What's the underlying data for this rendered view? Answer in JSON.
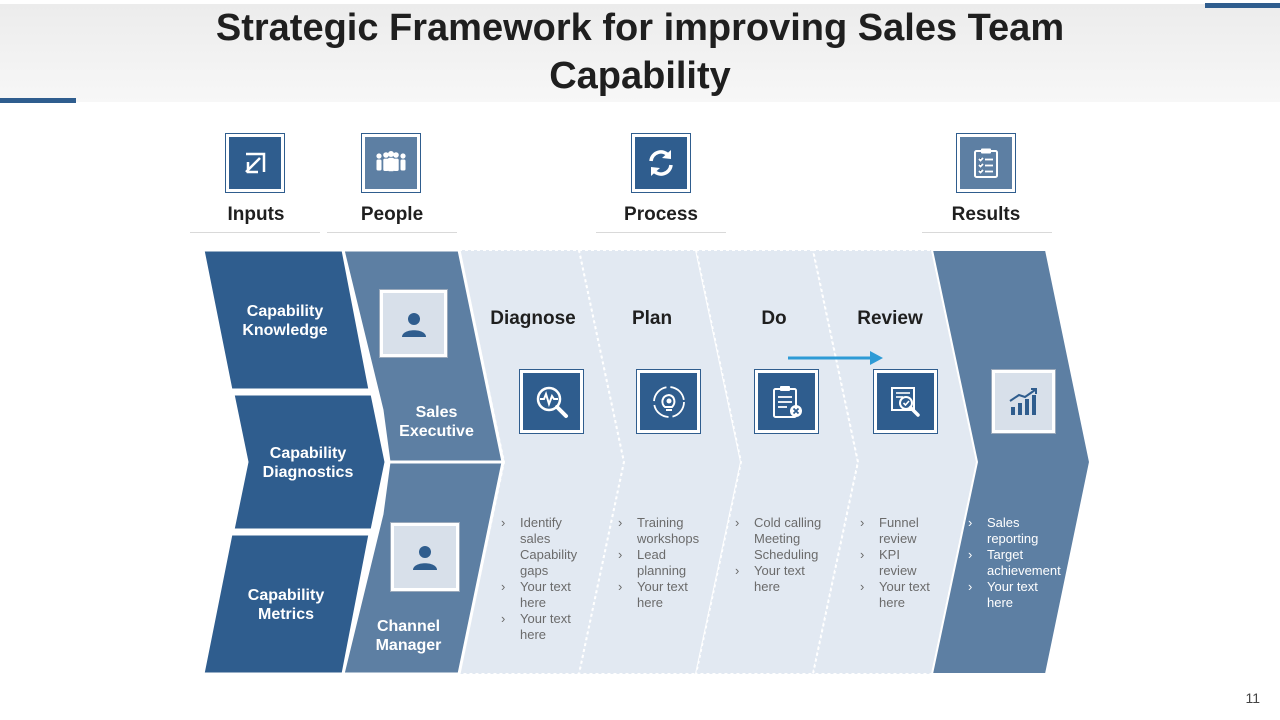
{
  "title": "Strategic Framework for improving Sales Team Capability",
  "columns": {
    "inputs": {
      "label": "Inputs",
      "icon": "arrow-in-icon"
    },
    "people": {
      "label": "People",
      "icon": "team-icon"
    },
    "process": {
      "label": "Process",
      "icon": "refresh-icon"
    },
    "results": {
      "label": "Results",
      "icon": "clipboard-icon"
    }
  },
  "inputs": [
    "Capability Knowledge",
    "Capability Diagnostics",
    "Capability Metrics"
  ],
  "people": [
    {
      "label": "Sales Executive",
      "icon": "user-icon"
    },
    {
      "label": "Channel Manager",
      "icon": "user-icon"
    }
  ],
  "stages": [
    {
      "title": "Diagnose",
      "icon": "magnify-pulse-icon",
      "bullets": [
        "Identify sales Capability gaps",
        "Your text here",
        "Your text here"
      ]
    },
    {
      "title": "Plan",
      "icon": "lightbulb-gear-icon",
      "bullets": [
        "Training workshops",
        "Lead planning",
        "Your text here"
      ]
    },
    {
      "title": "Do",
      "icon": "checklist-icon",
      "bullets": [
        "Cold calling Meeting Scheduling",
        "Your text here"
      ]
    },
    {
      "title": "Review",
      "icon": "review-search-icon",
      "bullets": [
        "Funnel review",
        "KPI review",
        "Your text here"
      ]
    }
  ],
  "results": {
    "icon": "bar-chart-icon",
    "bullets": [
      "Sales reporting",
      "Target achievement",
      "Your text here"
    ]
  },
  "colors": {
    "dark": "#2f5d8e",
    "mid": "#5d7fa3",
    "pale": "#e2e9f2",
    "arrow": "#2e9bd6"
  },
  "page_number": "11"
}
